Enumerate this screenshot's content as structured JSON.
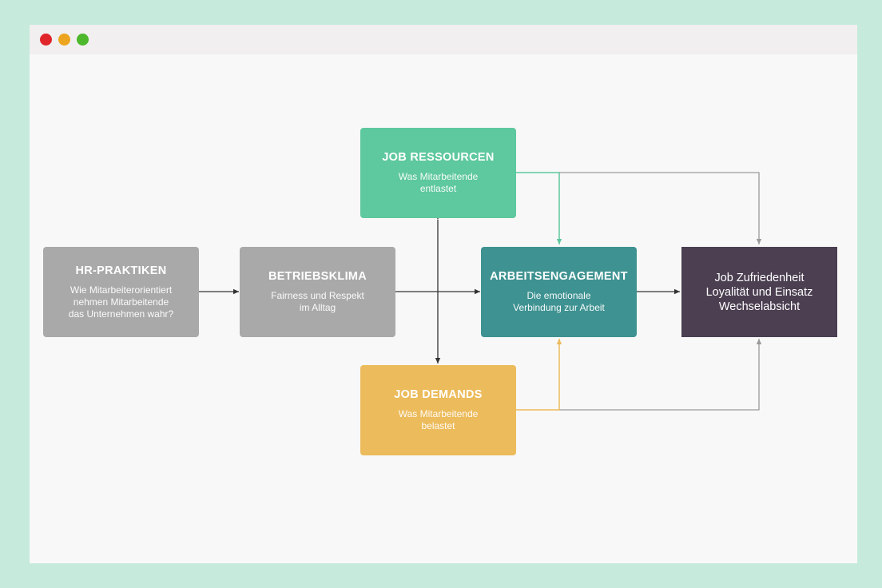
{
  "window": {
    "controls": [
      "close",
      "minimize",
      "maximize"
    ]
  },
  "diagram": {
    "nodes": {
      "hr": {
        "title": "HR-PRAKTIKEN",
        "lines": [
          "Wie Mitarbeiterorientiert",
          "nehmen Mitarbeitende",
          "das Unternehmen wahr?"
        ]
      },
      "klima": {
        "title": "BETRIEBSKLIMA",
        "lines": [
          "Fairness und Respekt",
          "im Alltag"
        ]
      },
      "ressourcen": {
        "title": "JOB RESSOURCEN",
        "lines": [
          "Was Mitarbeitende",
          "entlastet"
        ]
      },
      "engagement": {
        "title": "ARBEITSENGAGEMENT",
        "lines": [
          "Die emotionale",
          "Verbindung zur Arbeit"
        ]
      },
      "demands": {
        "title": "JOB DEMANDS",
        "lines": [
          "Was Mitarbeitende",
          "belastet"
        ]
      },
      "outcomes": {
        "lines": [
          "Job Zufriedenheit",
          "Loyalität und Einsatz",
          "Wechselabsicht"
        ]
      }
    },
    "colors": {
      "grey": "#a9a9a9",
      "green": "#5ec89e",
      "teal": "#3e9291",
      "amber": "#ecbb5b",
      "dark": "#4b3f51",
      "arrow_dark": "#333333",
      "arrow_grey": "#9a9a9a"
    },
    "edges": [
      {
        "from": "hr",
        "to": "klima"
      },
      {
        "from": "klima",
        "to": "engagement"
      },
      {
        "from": "ressourcen",
        "to": "demands",
        "bidirectional": true
      },
      {
        "from": "ressourcen",
        "to": "engagement"
      },
      {
        "from": "ressourcen",
        "to": "outcomes"
      },
      {
        "from": "demands",
        "to": "engagement"
      },
      {
        "from": "demands",
        "to": "outcomes"
      },
      {
        "from": "engagement",
        "to": "outcomes"
      }
    ]
  }
}
